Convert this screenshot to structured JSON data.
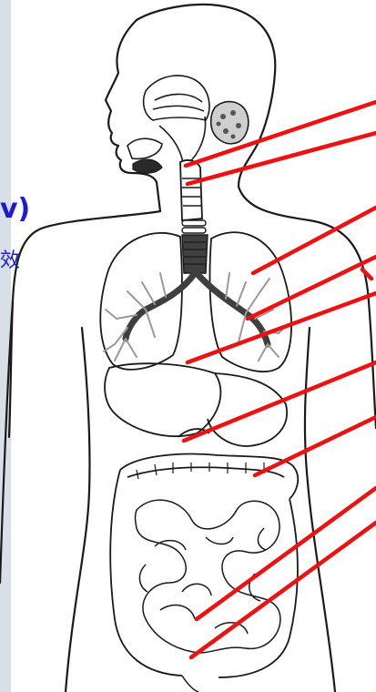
{
  "fragments": {
    "left_text_1": "v)",
    "left_text_2": "效"
  },
  "colors": {
    "outline": "#1a1a1a",
    "pointer": "#ee1111",
    "lung_fill": "#9a9a9a",
    "airway_fill": "#3f3f3f",
    "text": "#1b1bd6",
    "left_strip": "#d9dfe6"
  },
  "icons": {
    "figure": "human-torso-anatomy-drawing"
  }
}
